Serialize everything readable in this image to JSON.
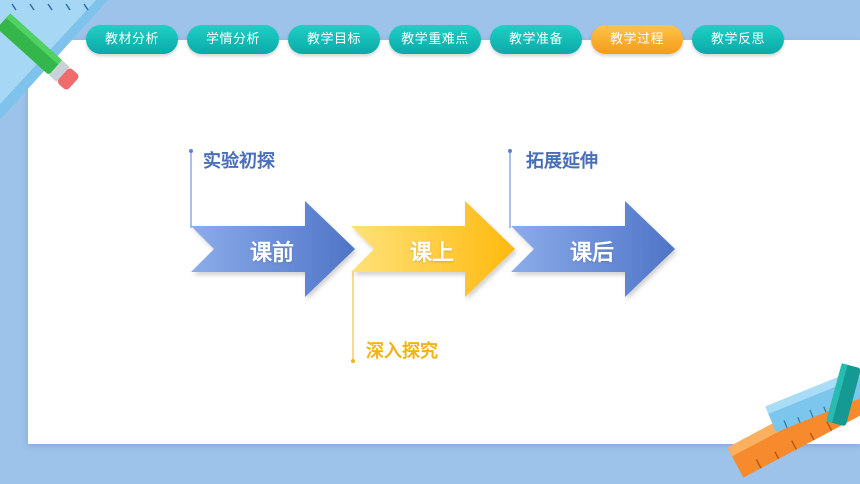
{
  "nav": {
    "tabs": [
      {
        "label": "教材分析",
        "active": false
      },
      {
        "label": "学情分析",
        "active": false
      },
      {
        "label": "教学目标",
        "active": false
      },
      {
        "label": "教学重难点",
        "active": false
      },
      {
        "label": "教学准备",
        "active": false
      },
      {
        "label": "教学过程",
        "active": true
      },
      {
        "label": "教学反思",
        "active": false
      }
    ]
  },
  "flow": {
    "arrows": [
      {
        "label": "课前",
        "color": "#5b82d2"
      },
      {
        "label": "课上",
        "color": "#ffc21e"
      },
      {
        "label": "课后",
        "color": "#5b82d2"
      }
    ],
    "steps": [
      {
        "label": "实验初探",
        "color": "#4a6fba"
      },
      {
        "label": "深入探究",
        "color": "#f2b414"
      },
      {
        "label": "拓展延伸",
        "color": "#4a6fba"
      }
    ]
  },
  "colors": {
    "background": "#9dc3ea",
    "tab_normal": "#13bfb8",
    "tab_active": "#f7a52a",
    "arrow_blue": "#5b82d2",
    "arrow_gold": "#ffc21e"
  },
  "decorations": [
    "pencil-icon",
    "ruler-icon"
  ]
}
